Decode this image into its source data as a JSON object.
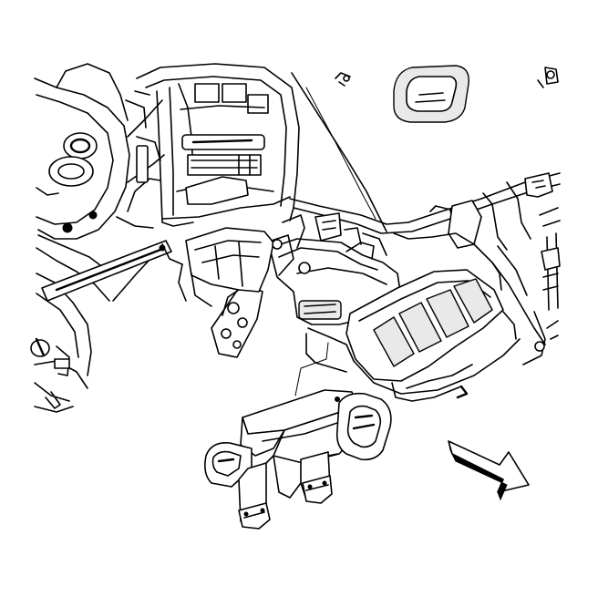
{
  "figure": {
    "type": "technical line illustration",
    "subject_parts": [
      "steering-column-area",
      "instrument-panel-center-stack",
      "hvac-air-distribution-ducts",
      "floor-air-outlet-duct",
      "bracket",
      "front-direction-arrow"
    ],
    "colors": {
      "line": "#000000",
      "background": "#ffffff",
      "shade": "#e9e9e9"
    },
    "annotations": []
  }
}
